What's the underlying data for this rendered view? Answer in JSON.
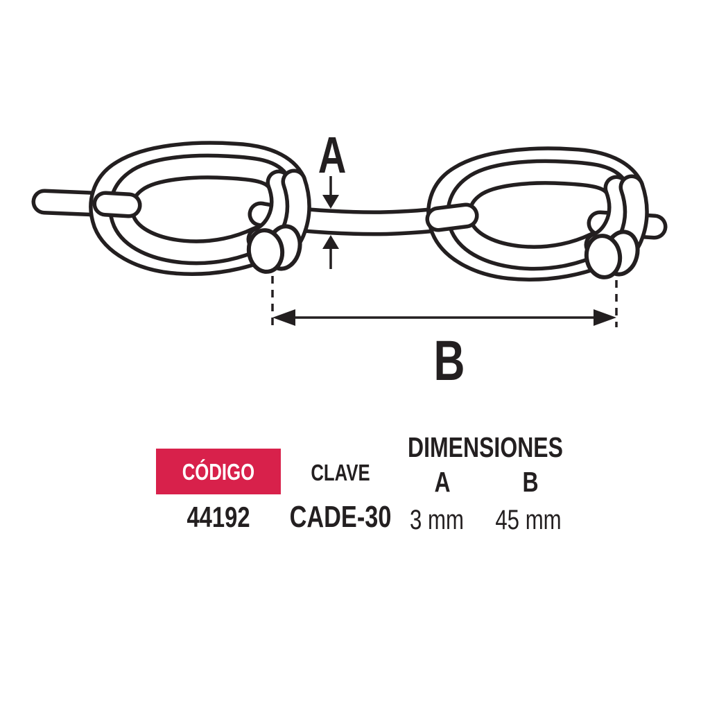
{
  "colors": {
    "ink": "#231f20",
    "accent_red": "#d8214b",
    "background": "#ffffff"
  },
  "diagram": {
    "dim_a_label": "A",
    "dim_b_label": "B"
  },
  "table": {
    "codigo": {
      "header": "CÓDIGO",
      "value": "44192"
    },
    "clave": {
      "header": "CLAVE",
      "value": "CADE-30"
    },
    "dimensiones": {
      "header": "DIMENSIONES",
      "columns": [
        {
          "label": "A",
          "value": "3 mm"
        },
        {
          "label": "B",
          "value": "45 mm"
        }
      ]
    }
  }
}
